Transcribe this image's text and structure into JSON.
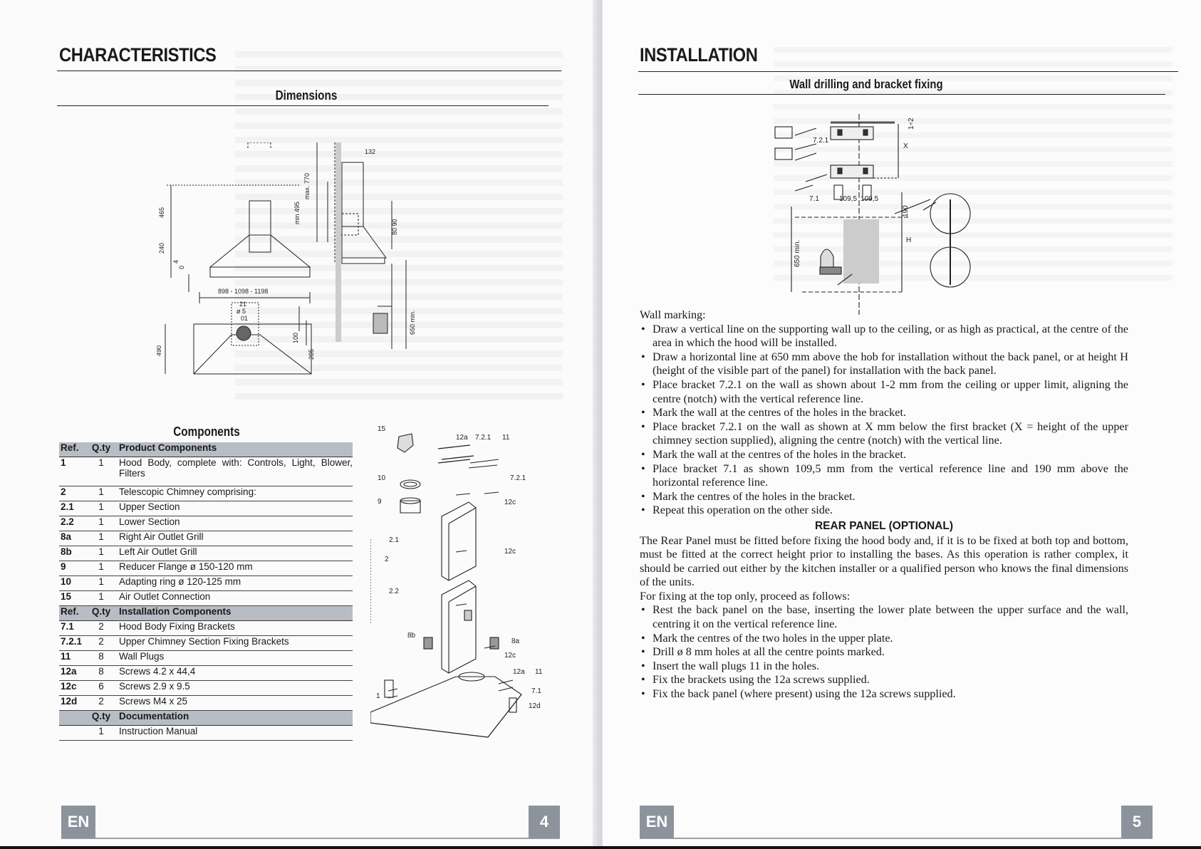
{
  "left_page": {
    "title": "CHARACTERISTICS",
    "dimensions_heading": "Dimensions",
    "dims": {
      "d132": "132",
      "d465": "465",
      "d240": "240",
      "d770": "max. 770",
      "d495": "min 495",
      "d8090": "80 90",
      "d0": "0",
      "d4": "4",
      "d898": "898 - 1098 - 1198",
      "d21": "21",
      "d5": "ø 5",
      "d01": "01",
      "d100": "100",
      "d205": "205",
      "d490": "490",
      "d650": "650 min."
    },
    "components_heading": "Components",
    "product_header": {
      "ref": "Ref.",
      "qty": "Q.ty",
      "desc": "Product Components"
    },
    "product_rows": [
      {
        "ref": "1",
        "qty": "1",
        "desc": "Hood Body, complete with: Controls, Light, Blower, Filters"
      },
      {
        "ref": "2",
        "qty": "1",
        "desc": "Telescopic Chimney comprising:"
      },
      {
        "ref": "2.1",
        "qty": "1",
        "desc": "Upper Section"
      },
      {
        "ref": "2.2",
        "qty": "1",
        "desc": "Lower Section"
      },
      {
        "ref": "8a",
        "qty": "1",
        "desc": "Right Air Outlet Grill"
      },
      {
        "ref": "8b",
        "qty": "1",
        "desc": "Left Air Outlet Grill"
      },
      {
        "ref": "9",
        "qty": "1",
        "desc": "Reducer Flange ø 150-120 mm"
      },
      {
        "ref": "10",
        "qty": "1",
        "desc": "Adapting ring ø 120-125 mm"
      },
      {
        "ref": "15",
        "qty": "1",
        "desc": "Air Outlet Connection"
      }
    ],
    "install_header": {
      "ref": "Ref.",
      "qty": "Q.ty",
      "desc": "Installation Components"
    },
    "install_rows": [
      {
        "ref": "7.1",
        "qty": "2",
        "desc": "Hood Body Fixing Brackets"
      },
      {
        "ref": "7.2.1",
        "qty": "2",
        "desc": "Upper Chimney Section Fixing Brackets"
      },
      {
        "ref": "11",
        "qty": "8",
        "desc": "Wall Plugs"
      },
      {
        "ref": "12a",
        "qty": "8",
        "desc": "Screws 4.2 x 44,4"
      },
      {
        "ref": "12c",
        "qty": "6",
        "desc": "Screws 2.9 x 9.5"
      },
      {
        "ref": "12d",
        "qty": "2",
        "desc": "Screws M4 x 25"
      }
    ],
    "doc_header": {
      "qty": "Q.ty",
      "desc": "Documentation"
    },
    "doc_rows": [
      {
        "qty": "1",
        "desc": "Instruction Manual"
      }
    ],
    "exploded_labels": {
      "l15": "15",
      "l12a": "12a",
      "l721a": "7.2.1",
      "l11a": "11",
      "l10": "10",
      "l721b": "7.2.1",
      "l9": "9",
      "l12c1": "12c",
      "l21": "2.1",
      "l12c2": "12c",
      "l2": "2",
      "l22": "2.2",
      "l8b": "8b",
      "l8a": "8a",
      "l12c3": "12c",
      "l12a2": "12a",
      "l11b": "11",
      "l1": "1",
      "l71": "7.1",
      "l12d": "12d"
    },
    "lang": "EN",
    "page_number": "4"
  },
  "right_page": {
    "title": "INSTALLATION",
    "subheading": "Wall drilling and bracket fixing",
    "diagram_labels": {
      "l12": "1÷2",
      "lx": "X",
      "l721": "7.2.1",
      "l71": "7.1",
      "l1095a": "109,5",
      "l1095b": "109,5",
      "l190": "190",
      "lh": "H",
      "l650": "650 min."
    },
    "wall_marking_label": "Wall marking:",
    "marking_steps": [
      "Draw a vertical line on the supporting wall up to the ceiling, or as high as practical, at the centre of the area in which the hood will be installed.",
      "Draw a horizontal line at 650 mm above the hob for installation without the back panel, or at height H (height of the visible part of the panel) for installation with the back panel.",
      "Place bracket 7.2.1 on the wall as shown about 1-2 mm from the ceiling or upper limit, aligning the centre (notch) with the vertical reference line.",
      "Mark the wall at the centres of the holes in the bracket.",
      "Place bracket 7.2.1 on the wall as shown at X mm below the first bracket (X = height of the upper chimney section supplied), aligning the centre (notch) with the vertical line.",
      "Mark the wall at the centres of the holes in the bracket.",
      "Place bracket 7.1 as shown 109,5 mm from the vertical reference line and 190 mm above the horizontal reference line.",
      "Mark the centres of the holes in the bracket.",
      "Repeat this operation on the other side."
    ],
    "rear_panel_heading": "REAR PANEL (OPTIONAL)",
    "rear_panel_text": "The Rear Panel must be fitted before fixing the hood body and, if it is to be fixed at both top and bottom, must be fitted at the correct height prior to installing the bases. As this operation is rather complex, it should be carried out either by the kitchen installer or a qualified person who knows the final dimensions of the units.",
    "top_only_label": "For fixing at the top only, proceed as follows:",
    "top_steps": [
      "Rest the back panel on the base, inserting the lower plate between the upper surface and the wall, centring it on the vertical reference line.",
      "Mark the centres of the two holes in the upper plate.",
      "Drill ø 8 mm holes at all the centre points marked.",
      "Insert the wall plugs 11 in the holes.",
      "Fix the brackets using the 12a screws supplied.",
      "Fix the back panel (where present) using the 12a screws supplied."
    ],
    "lang": "EN",
    "page_number": "5"
  }
}
